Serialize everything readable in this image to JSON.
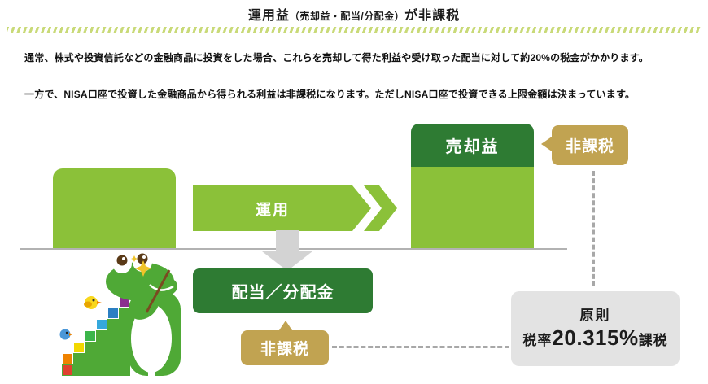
{
  "title": {
    "prefix": "運用益",
    "paren": "（売却益・配当/分配金）",
    "suffix": "が非課税"
  },
  "intro": {
    "line1": "通常、株式や投資信託などの金融商品に投資をした場合、これらを売却して得た利益や受け取った配当に対して約20%の税金がかかります。",
    "line2": "一方で、NISA口座で投資した金融商品から得られる利益は非課税になります。ただしNISA口座で投資できる上限金額は決まっています。"
  },
  "diagram": {
    "operation_arrow_label": "運用",
    "sale_gain_label": "売却益",
    "dividend_box_label": "配当／分配金",
    "tax_free_badge_top": "非課税",
    "tax_free_badge_bottom": "非課税",
    "tax_rule_note": {
      "line1": "原則",
      "rate_prefix": "税率",
      "rate": "20.315%",
      "rate_suffix": "課税"
    }
  },
  "icons": {
    "mascot": "crocodile-teacher-mascot",
    "down_arrow": "gray-down-arrow",
    "chevron": "green-chevron"
  },
  "colors": {
    "light_green": "#8bc139",
    "dark_green": "#2e7b33",
    "gold": "#c1a351",
    "note_gray": "#e3e3e3",
    "stripe_green": "#c9da78",
    "baseline_gray": "#b2b2b2"
  }
}
